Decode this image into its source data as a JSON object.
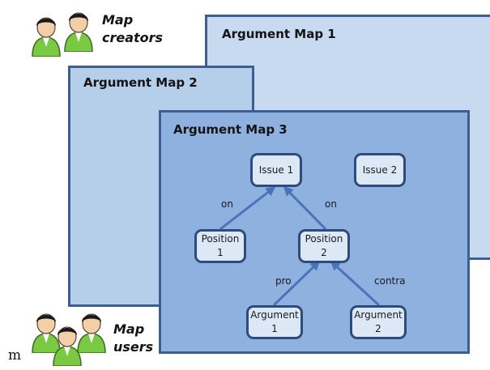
{
  "maps": {
    "map1": {
      "title": "Argument Map 1"
    },
    "map2": {
      "title": "Argument Map 2"
    },
    "map3": {
      "title": "Argument Map 3"
    }
  },
  "nodes": {
    "issue1": "Issue 1",
    "issue2": "Issue 2",
    "position1": "Position\n1",
    "position2": "Position\n2",
    "argument1": "Argument\n1",
    "argument2": "Argument\n2"
  },
  "edge_labels": {
    "pos1_issue1": "on",
    "pos2_issue1": "on",
    "arg1_pos2": "pro",
    "arg2_pos2": "contra"
  },
  "people": {
    "creators_label": "Map\ncreators",
    "users_label": "Map\nusers"
  },
  "stray_text": "m",
  "colors": {
    "node_border": "#2e4c7b",
    "arrow": "#4a74b8",
    "person_head": "#1a1a1a",
    "person_body": "#7ac943"
  }
}
